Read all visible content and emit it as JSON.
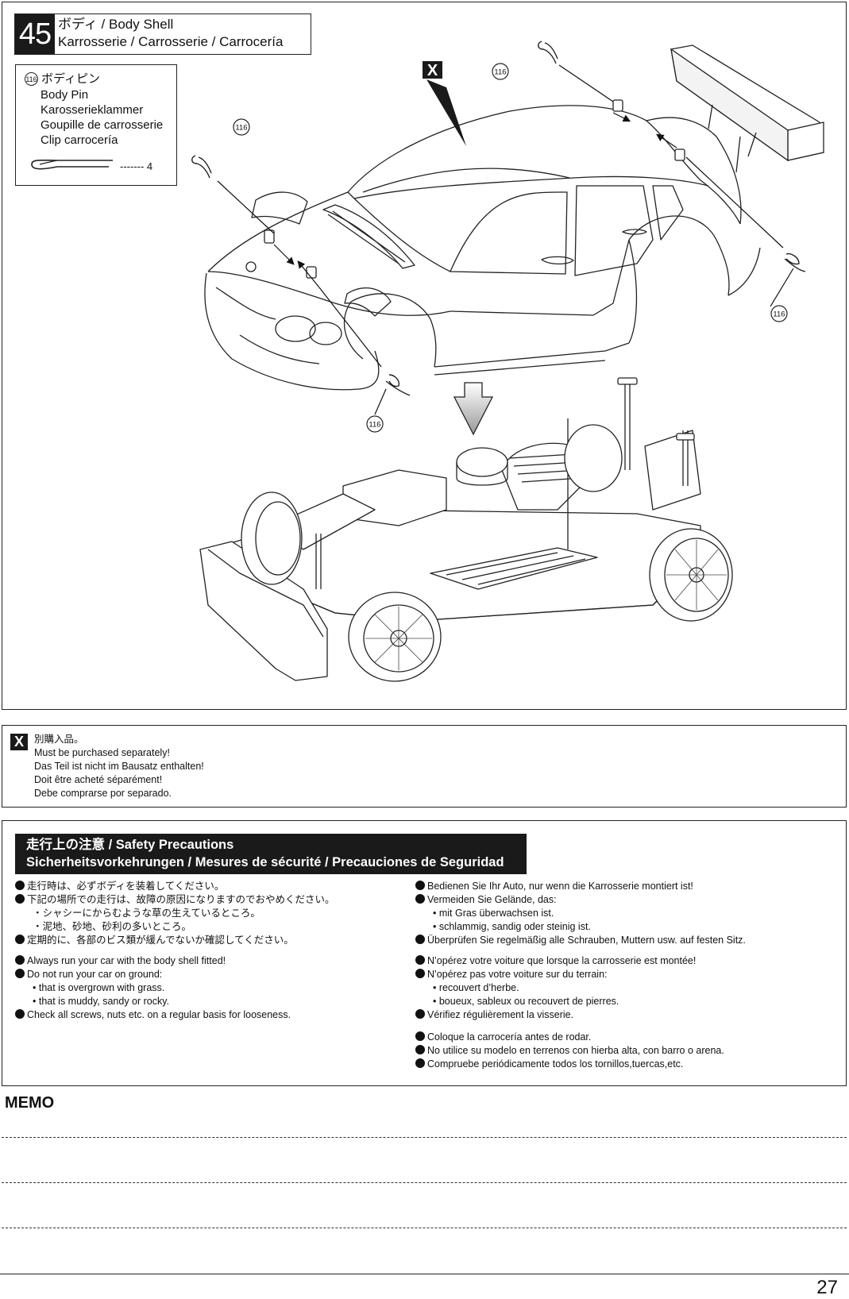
{
  "step": {
    "number": "45",
    "title_line1": "ボディ / Body Shell",
    "title_line2": "Karrosserie / Carrosserie / Carrocería"
  },
  "parts": {
    "part_number": "116",
    "names": [
      "ボディピン",
      "Body Pin",
      "Karosserieklammer",
      "Goupille de carrosserie",
      "Clip carrocería"
    ],
    "quantity_label": "------- 4"
  },
  "diagram": {
    "callout_label": "116",
    "callout_count": 4,
    "separate_marker": "X"
  },
  "note": {
    "marker": "X",
    "lines": [
      "別購入品。",
      "Must be purchased separately!",
      "Das Teil ist nicht im Bausatz enthalten!",
      "Doit être acheté séparément!",
      "Debe comprarse por separado."
    ]
  },
  "safety": {
    "title_line1": "走行上の注意 / Safety Precautions",
    "title_line2": "Sicherheitsvorkehrungen / Mesures de sécurité / Precauciones de Seguridad",
    "japanese": [
      {
        "bullet": true,
        "text": "走行時は、必ずボディを装着してください。"
      },
      {
        "bullet": true,
        "text": "下記の場所での走行は、故障の原因になりますのでおやめください。"
      },
      {
        "bullet": false,
        "text": "・シャシーにからむような草の生えているところ。"
      },
      {
        "bullet": false,
        "text": "・泥地、砂地、砂利の多いところ。"
      },
      {
        "bullet": true,
        "text": "定期的に、各部のビス類が緩んでないか確認してください。"
      }
    ],
    "english": [
      {
        "bullet": true,
        "text": "Always run your car with the body shell fitted!"
      },
      {
        "bullet": true,
        "text": "Do not run your car on ground:"
      },
      {
        "bullet": false,
        "text": "• that is overgrown with grass."
      },
      {
        "bullet": false,
        "text": "• that is muddy, sandy or rocky."
      },
      {
        "bullet": true,
        "text": "Check all screws, nuts etc. on a regular basis for looseness."
      }
    ],
    "german": [
      {
        "bullet": true,
        "text": "Bedienen Sie Ihr Auto, nur wenn die Karrosserie montiert ist!"
      },
      {
        "bullet": true,
        "text": "Vermeiden Sie Gelände, das:"
      },
      {
        "bullet": false,
        "text": "• mit Gras überwachsen ist."
      },
      {
        "bullet": false,
        "text": "• schlammig, sandig oder steinig ist."
      },
      {
        "bullet": true,
        "text": "Überprüfen Sie regelmäßig alle Schrauben, Muttern usw. auf festen Sitz."
      }
    ],
    "french": [
      {
        "bullet": true,
        "text": "N’opérez votre voiture que lorsque la carrosserie est montée!"
      },
      {
        "bullet": true,
        "text": "N’opérez pas votre voiture sur du terrain:"
      },
      {
        "bullet": false,
        "text": "• recouvert d’herbe."
      },
      {
        "bullet": false,
        "text": "• boueux, sableux ou recouvert de pierres."
      },
      {
        "bullet": true,
        "text": "Vérifiez régulièrement la visserie."
      }
    ],
    "spanish": [
      {
        "bullet": true,
        "text": "Coloque la carrocería antes de rodar."
      },
      {
        "bullet": true,
        "text": "No utilice su modelo en terrenos con hierba alta, con barro o arena."
      },
      {
        "bullet": true,
        "text": "Compruebe periódicamente todos los tornillos,tuercas,etc."
      }
    ]
  },
  "memo": {
    "label": "MEMO",
    "line_count": 3
  },
  "page_number": "27"
}
